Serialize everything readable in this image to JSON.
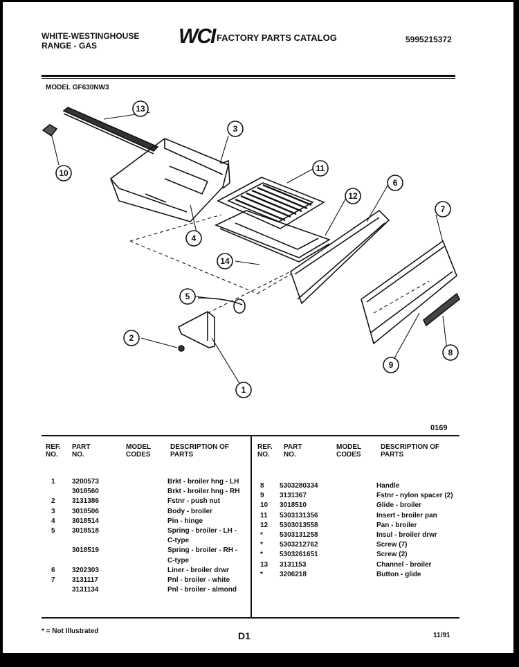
{
  "header": {
    "brand_line1": "WHITE-WESTINGHOUSE",
    "brand_line2": "RANGE - GAS",
    "logo": "WCI",
    "catalog_title": "FACTORY PARTS CATALOG",
    "catalog_number": "5995215372",
    "model": "MODEL GF630NW3"
  },
  "diagram": {
    "callouts": [
      "13",
      "10",
      "3",
      "11",
      "12",
      "6",
      "7",
      "4",
      "14",
      "5",
      "2",
      "1",
      "9",
      "8"
    ],
    "drawing_number": "0169"
  },
  "table": {
    "headers": {
      "ref": "REF. NO.",
      "part": "PART NO.",
      "model": "MODEL CODES",
      "desc": "DESCRIPTION OF PARTS"
    },
    "left_rows": [
      {
        "ref": "1",
        "part": "3200573",
        "desc": "Brkt - broiler hng - LH"
      },
      {
        "ref": "",
        "part": "3018560",
        "desc": "Brkt - broiler hng - RH"
      },
      {
        "ref": "2",
        "part": "3131386",
        "desc": "Fstnr - push nut"
      },
      {
        "ref": "3",
        "part": "3018506",
        "desc": "Body - broiler"
      },
      {
        "ref": "4",
        "part": "3018514",
        "desc": "Pin - hinge"
      },
      {
        "ref": "5",
        "part": "3018518",
        "desc": "Spring - broiler - LH -"
      },
      {
        "ref": "",
        "part": "",
        "desc": "C-type"
      },
      {
        "ref": "",
        "part": "3018519",
        "desc": "Spring - broiler - RH -"
      },
      {
        "ref": "",
        "part": "",
        "desc": "C-type"
      },
      {
        "ref": "6",
        "part": "3202303",
        "desc": "Liner - broiler drwr"
      },
      {
        "ref": "7",
        "part": "3131117",
        "desc": "Pnl - broiler - white"
      },
      {
        "ref": "",
        "part": "3131134",
        "desc": "Pnl - broiler - almond"
      }
    ],
    "right_rows": [
      {
        "ref": "8",
        "part": "5303280334",
        "desc": "Handle"
      },
      {
        "ref": "9",
        "part": "3131367",
        "desc": "Fstnr - nylon spacer (2)"
      },
      {
        "ref": "10",
        "part": "3018510",
        "desc": "Glide - broiler"
      },
      {
        "ref": "11",
        "part": "5303131356",
        "desc": "Insert - broiler pan"
      },
      {
        "ref": "12",
        "part": "5303013558",
        "desc": "Pan - broiler"
      },
      {
        "ref": "*",
        "part": "5303131258",
        "desc": "Insul - broiler drwr"
      },
      {
        "ref": "*",
        "part": "5303212762",
        "desc": "Screw (7)"
      },
      {
        "ref": "*",
        "part": "5303261651",
        "desc": "Screw (2)"
      },
      {
        "ref": "13",
        "part": "3131153",
        "desc": "Channel - broiler"
      },
      {
        "ref": "*",
        "part": "3206218",
        "desc": "Button - glide"
      }
    ]
  },
  "footer": {
    "note": "* = Not Illustrated",
    "page": "D1",
    "date": "11/91"
  }
}
